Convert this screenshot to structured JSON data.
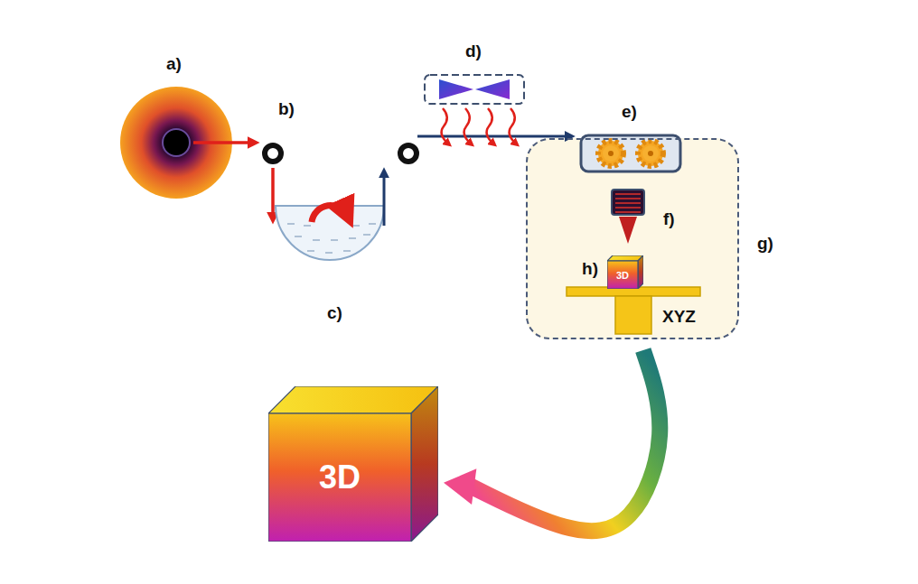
{
  "diagram": {
    "nodes": [
      {
        "text": [
          "g)"
        ]
      },
      {
        "text": [
          "h)",
          "3D"
        ],
        "in": 0
      },
      {
        "text": [
          "3D"
        ]
      }
    ],
    "edges": [
      {
        "from": 0,
        "to": 2,
        "arrow": "to"
      }
    ],
    "labels": [
      "a)",
      "b)",
      "c)",
      "d)",
      "e)",
      "f)",
      "XYZ"
    ]
  }
}
